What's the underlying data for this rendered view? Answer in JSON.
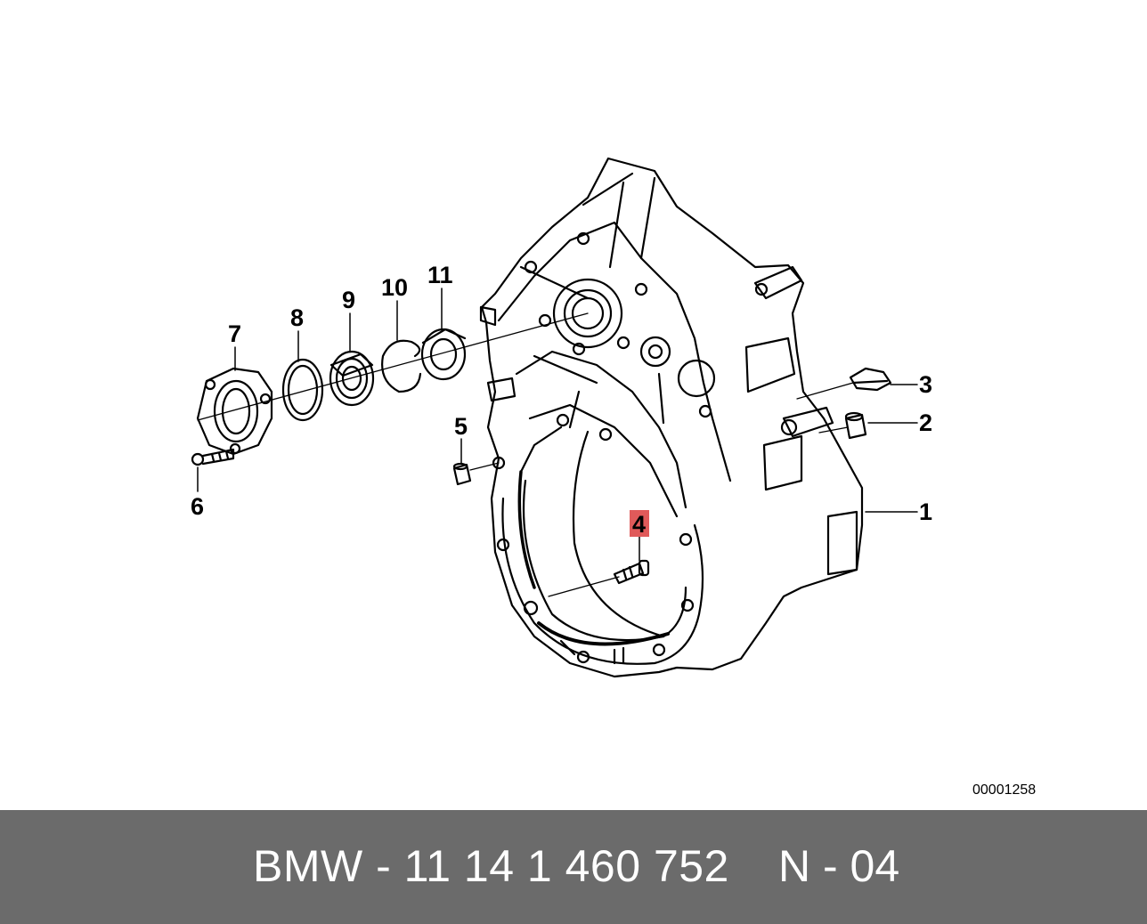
{
  "diagram": {
    "callouts": {
      "c1": "1",
      "c2": "2",
      "c3": "3",
      "c4": "4",
      "c5": "5",
      "c6": "6",
      "c7": "7",
      "c8": "8",
      "c9": "9",
      "c10": "10",
      "c11": "11"
    },
    "highlighted_callout": "4",
    "highlight_color": "#e05a5a",
    "document_id": "00001258"
  },
  "footer": {
    "part_number_text": "BMW - 11 14 1 460 752",
    "page_code": "N - 04",
    "bar_color": "#6b6b6b"
  }
}
